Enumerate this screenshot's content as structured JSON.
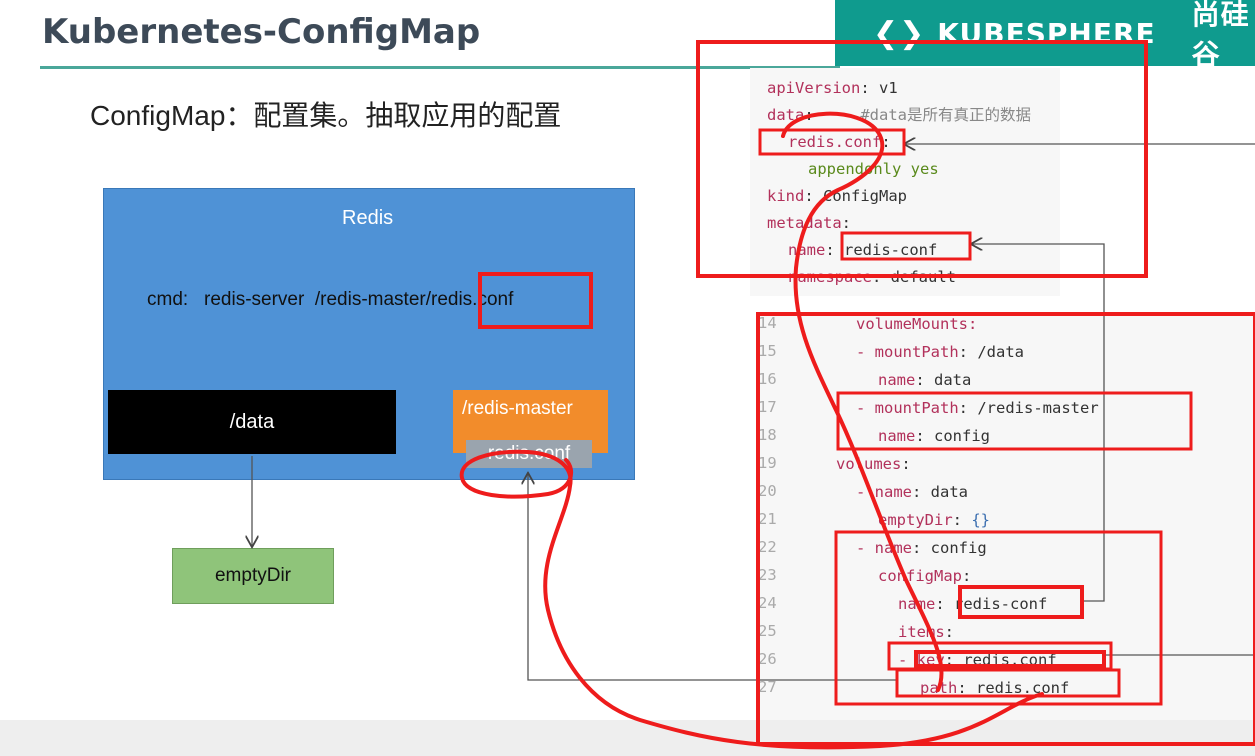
{
  "header": {
    "title": "Kubernetes-ConfigMap",
    "brand_name": "KUBESPHERE",
    "brand_cn": "尚硅谷",
    "accent": "#0f9b8e"
  },
  "subtitle": "ConfigMap：配置集。抽取应用的配置",
  "diagram": {
    "redis_title": "Redis",
    "cmd": "cmd:   redis-server  /redis-master/redis.conf",
    "data_label": "/data",
    "redis_master_label": "/redis-master",
    "conf_chip": "redis.conf",
    "emptydir_label": "emptyDir"
  },
  "yaml_top": {
    "l1k": "apiVersion",
    "l1v": " v1",
    "l2k": "data",
    "l2v": "     #data是所有真正的数据",
    "l3k": "redis.conf",
    "l3v": "",
    "l4v": "appendonly yes",
    "l5k": "kind",
    "l5v": " ConfigMap",
    "l6k": "metadata",
    "l6v": "",
    "l7k": "name",
    "l7v": " redis-conf",
    "l8k": "namespace",
    "l8v": " default"
  },
  "yaml_bottom": {
    "n14": "14",
    "t14": "volumeMounts:",
    "n15": "15",
    "t15k": "- mountPath",
    "t15v": " /data",
    "n16": "16",
    "t16k": "name",
    "t16v": " data",
    "n17": "17",
    "t17k": "- mountPath",
    "t17v": " /redis-master",
    "n18": "18",
    "t18k": "name",
    "t18v": " config",
    "n19": "19",
    "t19k": "volumes",
    "t19v": "",
    "n20": "20",
    "t20k": "- name",
    "t20v": " data",
    "n21": "21",
    "t21k": "emptyDir",
    "t21v": " {}",
    "n22": "22",
    "t22k": "- name",
    "t22v": " config",
    "n23": "23",
    "t23k": "configMap",
    "t23v": "",
    "n24": "24",
    "t24k": "name",
    "t24v": " redis-conf",
    "n25": "25",
    "t25k": "items",
    "t25v": "",
    "n26": "26",
    "t26k": "- key",
    "t26v": " redis.conf",
    "n27": "27",
    "t27k": "path",
    "t27v": " redis.conf"
  },
  "colors": {
    "redis_box": "#4f92d6",
    "redis_master": "#f28c2b",
    "emptydir": "#8fc47a",
    "annotation": "#ee1c1c"
  }
}
